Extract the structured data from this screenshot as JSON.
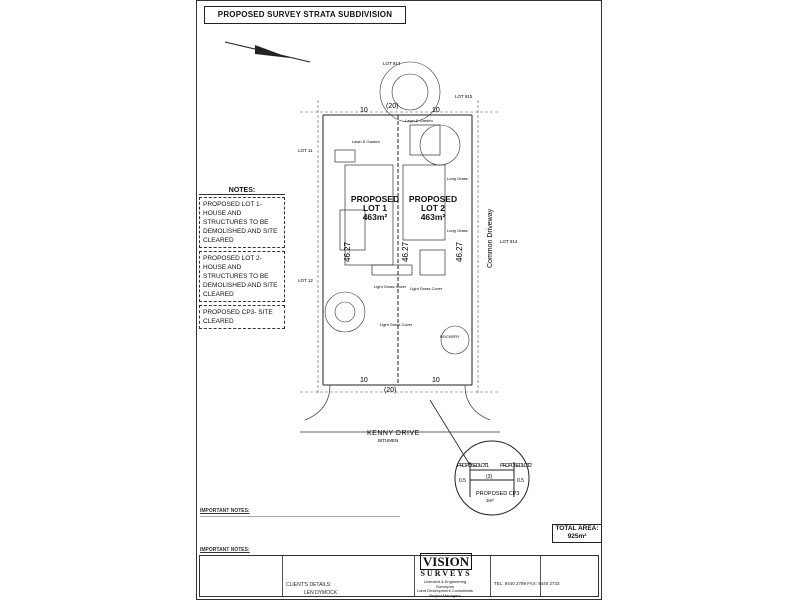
{
  "header": {
    "title": "PROPOSED SURVEY STRATA SUBDIVISION"
  },
  "notes": {
    "heading": "NOTES:",
    "items": [
      "PROPOSED LOT 1- HOUSE AND STRUCTURES TO BE DEMOLISHED AND SITE CLEARED",
      "PROPOSED LOT 2- HOUSE AND STRUCTURES TO BE DEMOLISHED AND SITE CLEARED",
      "PROPOSED CP3- SITE CLEARED"
    ]
  },
  "plan": {
    "lot1": {
      "line1": "PROPOSED",
      "line2": "LOT 1",
      "area": "463m²"
    },
    "lot2": {
      "line1": "PROPOSED",
      "line2": "LOT 2",
      "area": "463m²"
    },
    "lot914_top": "LOT 914",
    "lot915": "LOT 915",
    "lot11": "LOT 11",
    "lot12": "LOT 12",
    "lot914_right": "LOT 914",
    "common_driveway": "Common Driveway",
    "road_name": "KENNY DRIVE",
    "road_surface": "BITUMEN",
    "dim_side_left": "46.27",
    "dim_side_mid": "46.27",
    "dim_side_right": "46.27",
    "dim_top_total": "(20)",
    "dim_top_left": "10",
    "dim_top_right": "10",
    "dim_bottom_total": "(20)",
    "dim_bottom_left": "10",
    "dim_bottom_right": "10",
    "lawn_garden_1": "Lawn & Garden",
    "lawn_garden_2": "Lawn & Garden",
    "long_grass_1": "Long Grass",
    "long_grass_2": "Long Grass",
    "light_grass_1": "Light Grass Cover",
    "light_grass_2": "Light Grass Cover",
    "light_grass_3": "Light Grass Cover",
    "rockery": "ROCKERY"
  },
  "inset": {
    "lot1": "PROPOSED LOT 1",
    "lot2": "PROPOSED LOT 2",
    "cp": "PROPOSED CP3",
    "cp_area": "3m²",
    "dim_left": "0.5",
    "dim_right": "0.5",
    "dim_mid": "(3)"
  },
  "important": {
    "heading": "IMPORTANT NOTES:",
    "heading2": "IMPORTANT NOTES:"
  },
  "total_area": {
    "label": "TOTAL AREA:",
    "value": "925m²"
  },
  "title_block": {
    "logo_top": "VISION",
    "logo_bottom": "SURVEYS",
    "services": [
      "Licensed & Engineering Surveyors",
      "Land Development Consultants",
      "Project Managers"
    ],
    "client_label": "CLIENT'S DETAILS:",
    "client_name": "LEN DYMOCK",
    "tel": "TEL: 9440 2799  FAX: 9440 2733"
  }
}
